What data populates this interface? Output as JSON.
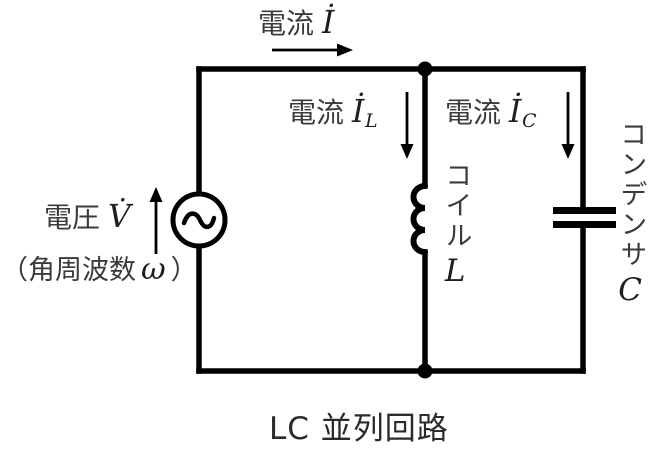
{
  "diagram": {
    "type": "circuit",
    "caption": "LC 並列回路",
    "colors": {
      "wire": "#000000",
      "label_text": "#3b3b3b",
      "math_text": "#1e1e1e",
      "caption_text": "#2b2b2b"
    },
    "labels": {
      "current_total": {
        "prefix": "電流",
        "symbol": "İ"
      },
      "current_inductor": {
        "prefix": "電流",
        "symbol": "İ",
        "subscript": "L"
      },
      "current_capacitor": {
        "prefix": "電流",
        "symbol": "İ",
        "subscript": "C"
      },
      "voltage": {
        "prefix": "電圧",
        "symbol": "V̇"
      },
      "angular_frequency": {
        "open": "（角周波数",
        "symbol": "ω",
        "close": "）"
      },
      "inductor": {
        "name": "コイル",
        "symbol": "L"
      },
      "capacitor": {
        "name": "コンデンサ",
        "symbol": "C"
      }
    },
    "components": {
      "source": "AC voltage source",
      "inductor": "coil L",
      "capacitor": "capacitor C"
    }
  }
}
